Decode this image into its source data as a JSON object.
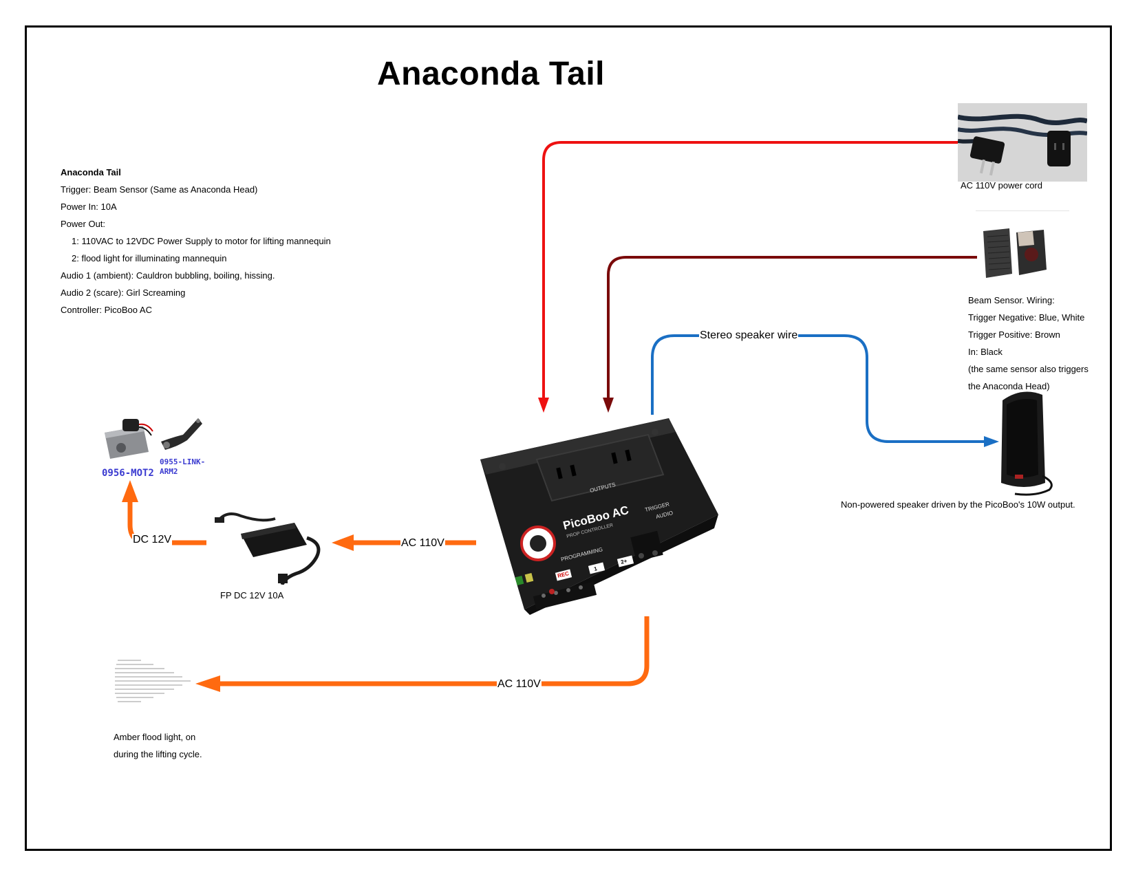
{
  "title": "Anaconda Tail",
  "spec": {
    "heading": "Anaconda Tail",
    "trigger": "Trigger: Beam Sensor (Same as Anaconda Head)",
    "power_in": "Power In: 10A",
    "power_out": "Power Out:",
    "out1": "1:  110VAC to 12VDC Power Supply to motor for lifting mannequin",
    "out2": "2:  flood light for illuminating mannequin",
    "audio1": "Audio 1 (ambient): Cauldron bubbling, boiling, hissing.",
    "audio2": "Audio 2 (scare): Girl Screaming",
    "controller": "Controller: PicoBoo AC"
  },
  "power_cord": {
    "label": "AC 110V power cord"
  },
  "beam_sensor": {
    "line1": "Beam Sensor. Wiring:",
    "line2": "Trigger Negative: Blue, White",
    "line3": "Trigger Positive: Brown",
    "line4": "In: Black",
    "line5": "(the same sensor also triggers",
    "line6": "the Anaconda Head)"
  },
  "speaker": {
    "label": "Non-powered speaker driven by the PicoBoo's 10W output."
  },
  "motor": {
    "part1": "0956-MOT2",
    "part2a": "0955-LINK-",
    "part2b": "ARM2"
  },
  "power_supply": {
    "label": "FP DC 12V 10A"
  },
  "flood_light": {
    "line1": "Amber flood light, on",
    "line2": "during the lifting cycle."
  },
  "controller_box": {
    "brand": "PicoBoo AC",
    "sub": "PROP CONTROLLER",
    "outputs": "OUTPUTS",
    "programming": "PROGRAMMING",
    "trigger": "TRIGGER",
    "audio": "AUDIO",
    "rec": "REC",
    "btn1": "1",
    "btn2": "2+"
  },
  "wires": {
    "speaker_wire": "Stereo speaker wire",
    "ac_to_supply": "AC 110V",
    "dc_to_motor": "DC 12V",
    "ac_to_light": "AC 110V"
  },
  "colors": {
    "power_red": "#ee1111",
    "sensor_brown": "#7a0a0a",
    "speaker_blue": "#1a6fc4",
    "orange": "#ff6a10"
  }
}
